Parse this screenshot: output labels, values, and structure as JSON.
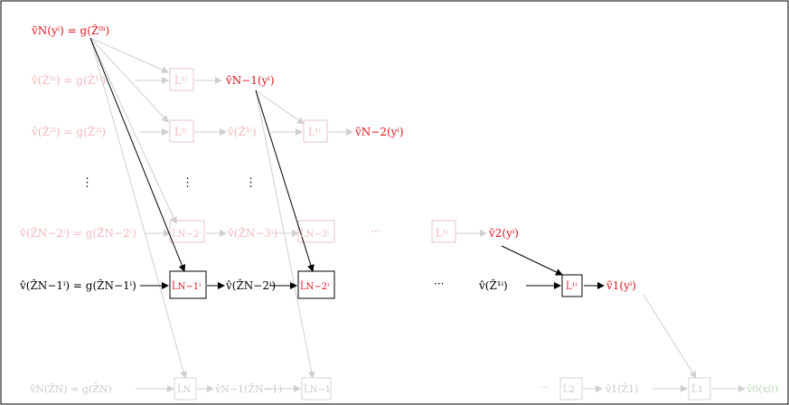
{
  "colors": {
    "red": "#e0141e",
    "black": "#000000",
    "faded_red": "#f6b8bb",
    "faded_gray": "#cfcfcf",
    "faded_green": "#b9dcb4"
  },
  "labels": {
    "top_left": "ṽN(yⁱ) = g(Ẑ⁰ⁱ)",
    "row1_left": "v̂(Ẑ¹ⁱ) = g(Ẑ¹ⁱ)",
    "row1_box": "L̂¹ⁱ",
    "row1_right": "ṽN−1(yⁱ)",
    "row2_left": "v̂(Ẑ²ⁱ) = g(Ẑ²ⁱ)",
    "row2_box1": "L̂²ⁱ",
    "row2_mid": "v̂(Ẑ¹ⁱ)",
    "row2_box2": "L̂¹ⁱ",
    "row2_right": "ṽN−2(yⁱ)",
    "vdots1": "⋮",
    "vdots2": "⋮",
    "vdots3": "⋮",
    "row3_left": "v̂(ẐN−2ⁱ) = g(ẐN−2ⁱ)",
    "row3_box1": "L̂N−2ⁱ",
    "row3_mid": "v̂(ẐN−3ⁱ)",
    "row3_box2": "L̂N−3ⁱ",
    "row3_hdots": "···",
    "row3_box3": "L̂¹ⁱ",
    "row3_right": "ṽ2(yⁱ)",
    "row4_left": "v̂(ẐN−1ⁱ) = g(ẐN−1ⁱ)",
    "row4_box1": "L̂N−1ⁱ",
    "row4_mid": "v̂(ẐN−2ⁱ)",
    "row4_box2": "L̂N−2ⁱ",
    "row4_hdots": "···",
    "row4_mid2": "v̂(Ẑ¹ⁱ)",
    "row4_box3": "L̂¹ⁱ",
    "row4_right": "ṽ1(yⁱ)",
    "row5_left": "v̂N(ẐN) = g(ẐN)",
    "row5_box1": "L̂N",
    "row5_mid": "v̂N−1(ẐN−1)",
    "row5_box2": "L̂N−1",
    "row5_hdots": "···",
    "row5_box3": "L̂2",
    "row5_mid2": "v̂1(Ẑ1)",
    "row5_box4": "L̂1",
    "row5_right": "v̂0(x0)"
  }
}
